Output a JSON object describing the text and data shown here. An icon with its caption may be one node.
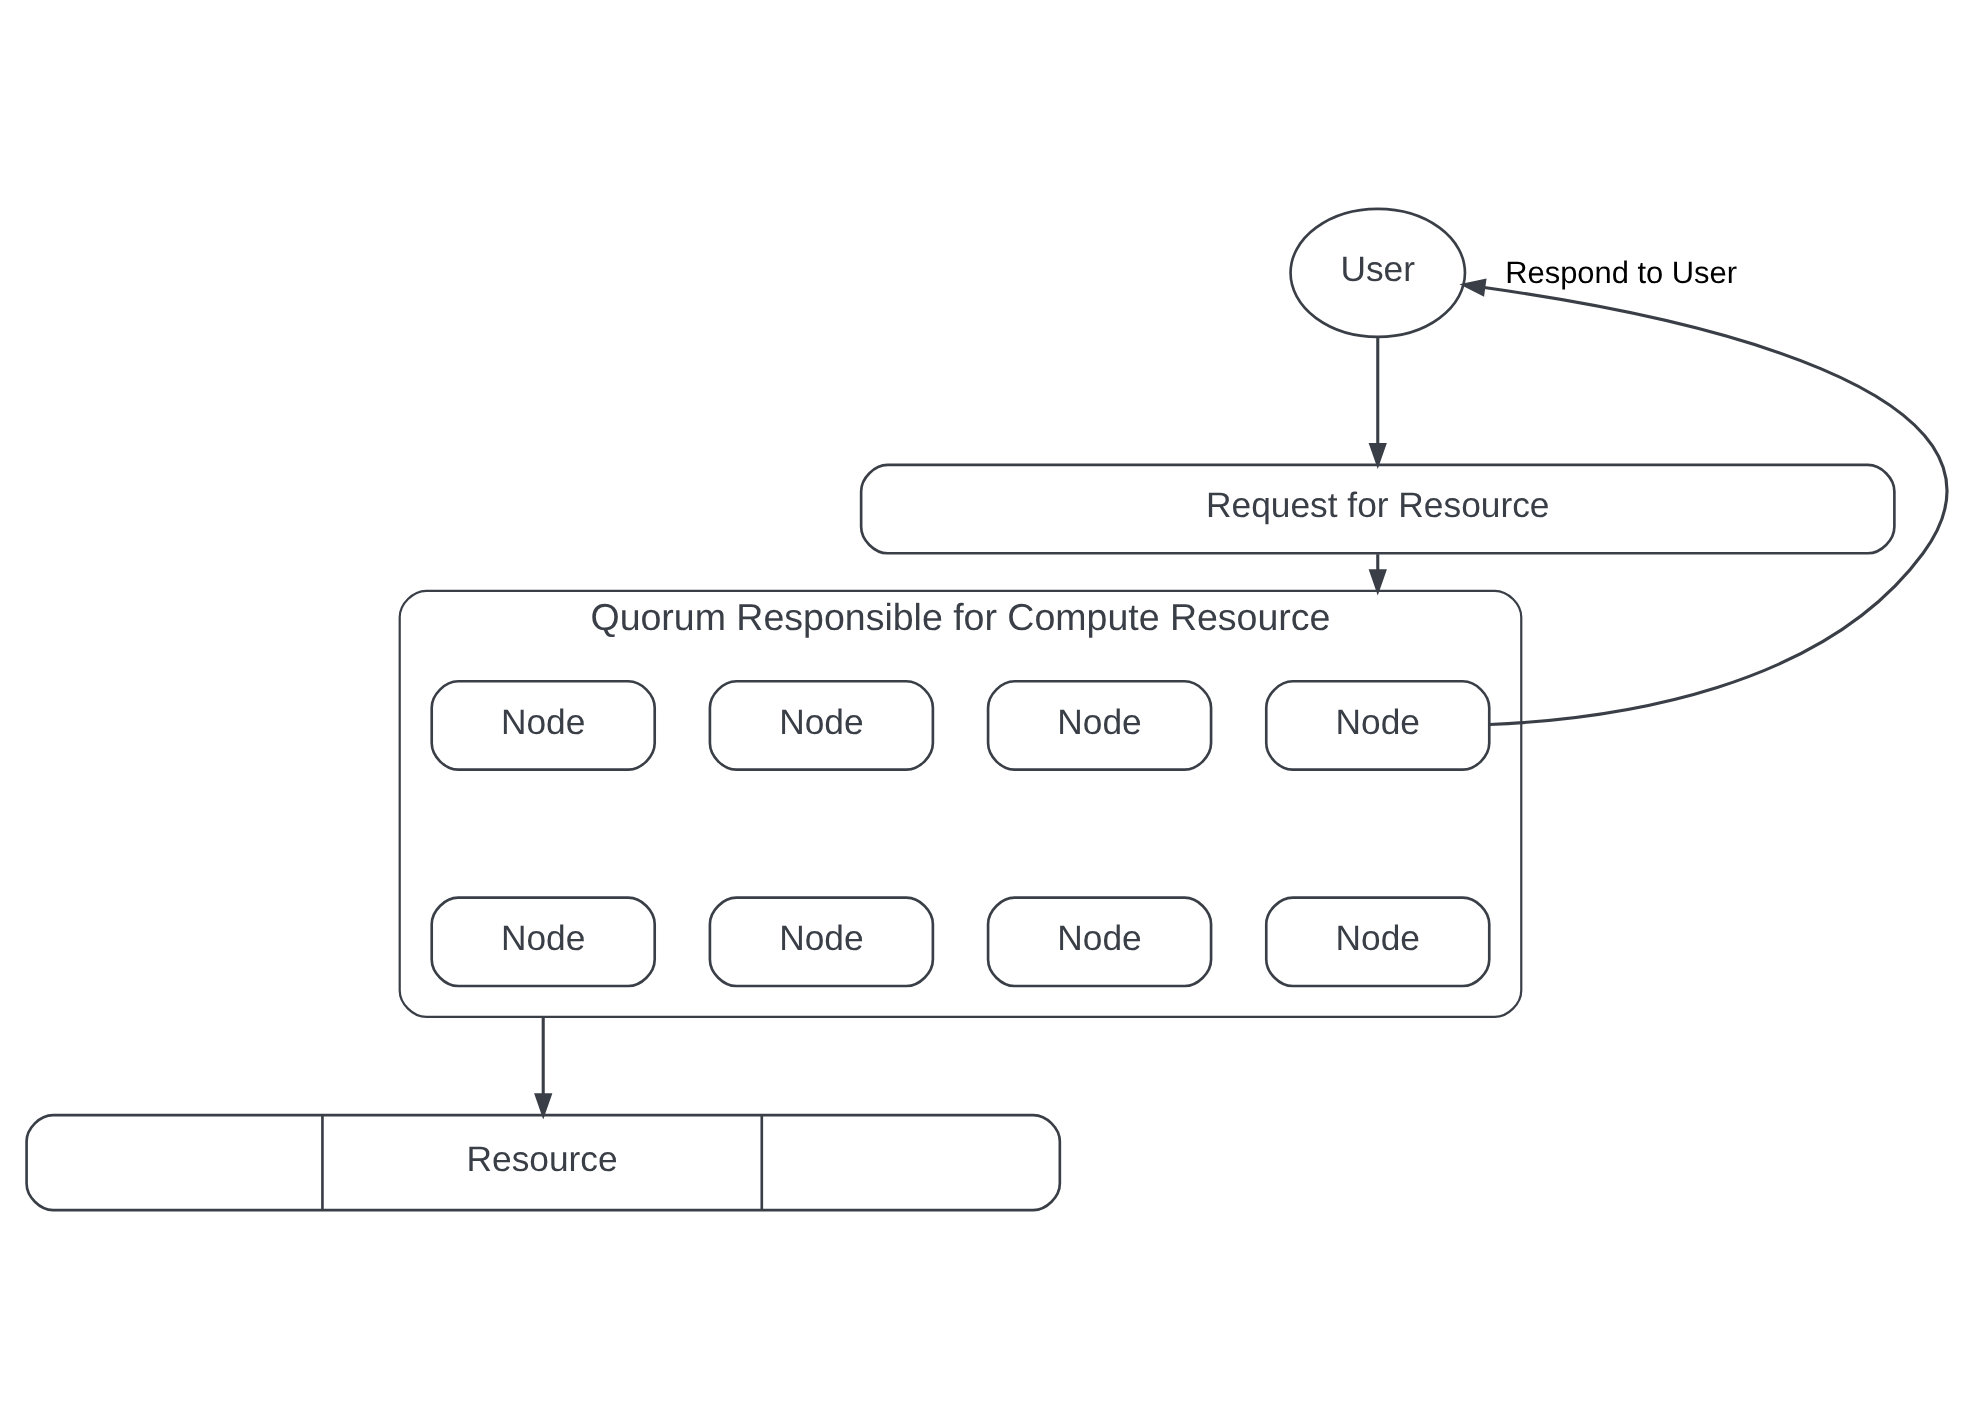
{
  "diagram": {
    "nodes": [
      {
        "text": [
          "User"
        ]
      },
      {
        "text": [
          "Request for Resource"
        ]
      },
      {
        "text": [
          "Quorum Responsible for Compute Resource"
        ]
      },
      {
        "text": [
          "Node"
        ],
        "in": 2
      },
      {
        "text": [
          "Node"
        ],
        "in": 2
      },
      {
        "text": [
          "Node"
        ],
        "in": 2
      },
      {
        "text": [
          "Node"
        ],
        "in": 2
      },
      {
        "text": [
          "Node"
        ],
        "in": 2
      },
      {
        "text": [
          "Node"
        ],
        "in": 2
      },
      {
        "text": [
          "Node"
        ],
        "in": 2
      },
      {
        "text": [
          "Node"
        ],
        "in": 2
      },
      {
        "text": [
          "Resource"
        ]
      }
    ],
    "edges": [
      {
        "from": 0,
        "to": 1,
        "arrow": "to"
      },
      {
        "from": 1,
        "to": 2,
        "arrow": "to"
      },
      {
        "from": 2,
        "to": 11,
        "arrow": "to"
      },
      {
        "from": 3,
        "to": 0,
        "arrow": "to",
        "label": "Respond to User"
      }
    ]
  }
}
